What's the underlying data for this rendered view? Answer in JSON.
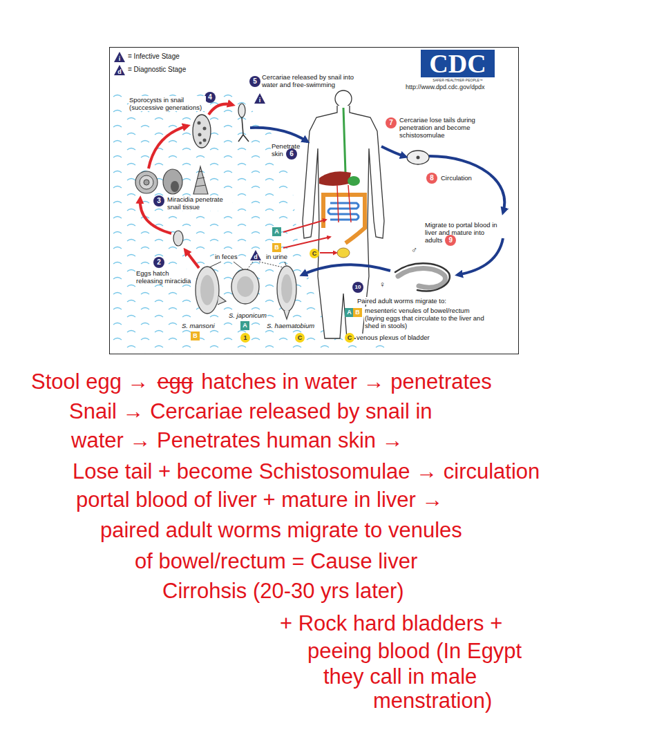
{
  "diagram": {
    "labels": [
      "i",
      "d",
      "CDC",
      "SAFER·HEALTHIER·PEOPLE™",
      "http://www.dpd.cdc.gov/dpdx",
      "5",
      "Cercariae released by snail into water and free-swimming",
      "i",
      "4",
      "Sporocysts in snail (successive generations)",
      "Penetrate skin",
      "6",
      "7",
      "Cercariae lose tails during penetration and become schistosomulae",
      "8",
      "Circulation",
      "3",
      "Miracidia penetrate snail tissue",
      "A",
      "B",
      "Migrate to portal blood in liver and mature into adults",
      "9",
      "2",
      "Eggs hatch releasing miracidia",
      "in feces",
      "d",
      "in urine",
      "C",
      "♂",
      "♀",
      "10",
      "Paired adult worms migrate to:",
      "A",
      "B",
      "mesenteric venules of bowel/rectum (laying eggs that circulate to the liver and shed in stools)",
      "C",
      "venous plexus of bladder",
      "S. japonicum",
      "S. mansoni",
      "S. haematobium",
      "A",
      "B",
      "1",
      "C",
      "Stool egg →",
      "egg",
      "hatches in water → penetrates",
      "Snail → Cercariae released by snail in",
      "water → Penetrates human skin →",
      "Lose tail + become Schistosomulae → circulation",
      "portal blood of liver + mature in liver →",
      "paired adult worms migrate to venules",
      "of bowel/rectum = Cause liver",
      "Cirrohsis (20-30 yrs later)",
      "+ Rock hard bladders +",
      "peeing blood (In Egypt",
      "they call in male",
      "menstration)"
    ],
    "legend": [
      {
        "text": "= Infective Stage"
      },
      {
        "text": "= Diagnostic Stage"
      }
    ]
  }
}
